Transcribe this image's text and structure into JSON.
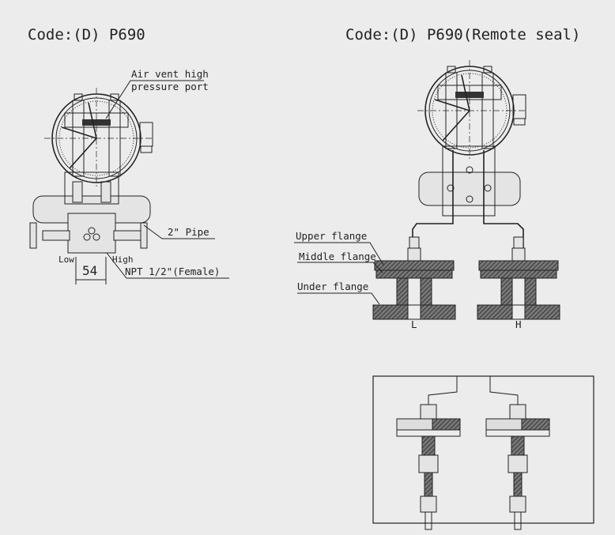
{
  "left_drawing": {
    "title": "Code:(D) P690",
    "callouts": {
      "air_vent_line1": "Air vent high",
      "air_vent_line2": "pressure port",
      "pipe": "2\" Pipe",
      "low": "Low",
      "high": "High",
      "dimension": "54",
      "npt": "NPT 1/2\"(Female)"
    }
  },
  "right_drawing": {
    "title": "Code:(D) P690(Remote seal)",
    "callouts": {
      "upper_flange": "Upper flange",
      "middle_flange": "Middle flange",
      "under_flange": "Under flange",
      "low_side": "L",
      "high_side": "H"
    }
  },
  "detail_inset": {}
}
